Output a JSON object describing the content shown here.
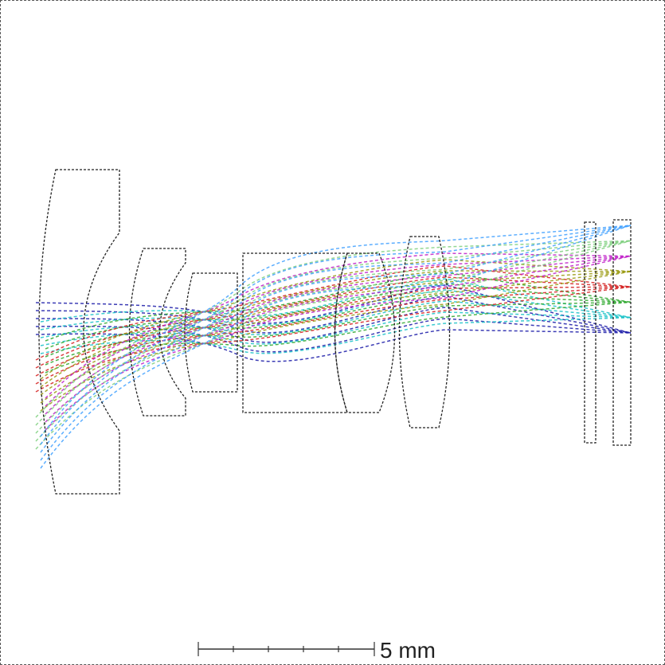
{
  "diagram": {
    "type": "optical-lens-layout",
    "lens_elements": [
      "front-meniscus-lens",
      "second-meniscus-lens",
      "third-lens",
      "cemented-doublet-block",
      "biconvex-lens",
      "filter-plate",
      "cover-glass"
    ],
    "ray_field_colors": [
      "#1a1aa8",
      "#19c2c8",
      "#2ea82e",
      "#d42020",
      "#9a9a10",
      "#c020c8",
      "#7fd07f",
      "#40a0ff"
    ]
  },
  "scale_bar": {
    "label": "5 mm"
  }
}
